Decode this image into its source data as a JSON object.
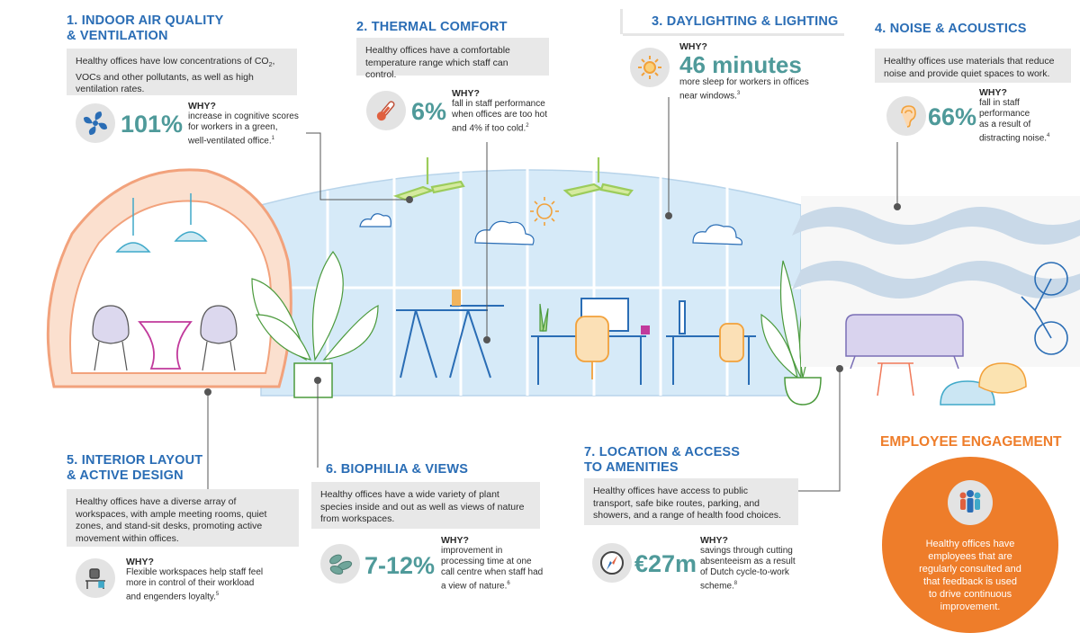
{
  "sections": {
    "s1": {
      "title_line1": "1. INDOOR AIR QUALITY",
      "title_line2": "& VENTILATION",
      "desc_line1": "Healthy offices have low concentrations of CO",
      "desc_sub": "2",
      "desc_line1_end": ",",
      "desc_line2": "VOCs and other pollutants, as well as high",
      "desc_line3": "ventilation rates.",
      "stat": "101%",
      "why": "WHY?",
      "why_text1": "increase in cognitive scores",
      "why_text2": "for workers in a green,",
      "why_text3": "well-ventilated office.",
      "footnote": "1"
    },
    "s2": {
      "title": "2. THERMAL COMFORT",
      "desc_line1": "Healthy offices have a comfortable",
      "desc_line2": "temperature range which staff can control.",
      "stat": "6%",
      "why": "WHY?",
      "why_text1": "fall in staff performance",
      "why_text2": "when offices are too hot",
      "why_text3": "and 4% if too cold.",
      "footnote": "2"
    },
    "s3": {
      "title": "3. DAYLIGHTING & LIGHTING",
      "why": "WHY?",
      "stat": "46 minutes",
      "why_text1": "more sleep for workers in offices",
      "why_text2": "near windows.",
      "footnote": "3"
    },
    "s4": {
      "title": "4. NOISE & ACOUSTICS",
      "desc_line1": "Healthy offices use materials that reduce",
      "desc_line2": "noise and provide quiet spaces to work.",
      "stat": "66%",
      "why": "WHY?",
      "why_text1": "fall in staff",
      "why_text2": "performance",
      "why_text3": "as a result of",
      "why_text4": "distracting noise.",
      "footnote": "4"
    },
    "s5": {
      "title_line1": "5. INTERIOR LAYOUT",
      "title_line2": "& ACTIVE DESIGN",
      "desc_line1": "Healthy offices have a diverse array of",
      "desc_line2": "workspaces, with ample meeting rooms, quiet",
      "desc_line3": "zones, and stand-sit desks, promoting active",
      "desc_line4": "movement within offices.",
      "why": "WHY?",
      "why_text1": "Flexible workspaces help staff feel",
      "why_text2": "more in control of their workload",
      "why_text3": "and engenders loyalty.",
      "footnote": "5"
    },
    "s6": {
      "title": "6. BIOPHILIA & VIEWS",
      "desc_line1": "Healthy offices have a wide variety of plant",
      "desc_line2": "species inside and out as well as views of nature",
      "desc_line3": "from workspaces.",
      "stat": "7-12%",
      "why": "WHY?",
      "why_text1": "improvement in",
      "why_text2": "processing time at one",
      "why_text3": "call centre when staff had",
      "why_text4": "a view of nature.",
      "footnote": "6"
    },
    "s7": {
      "title_line1": "7. LOCATION & ACCESS",
      "title_line2": "TO AMENITIES",
      "desc_line1": "Healthy offices have access to public",
      "desc_line2": "transport, safe bike routes, parking, and",
      "desc_line3": "showers, and a range of health food choices.",
      "stat": "€27m",
      "why": "WHY?",
      "why_text1": "savings through cutting",
      "why_text2": "absenteeism as a result",
      "why_text3": "of Dutch cycle-to-work",
      "why_text4": "scheme.",
      "footnote": "8"
    },
    "engagement": {
      "title": "EMPLOYEE ENGAGEMENT",
      "text1": "Healthy offices have",
      "text2": "employees that are",
      "text3": "regularly consulted and",
      "text4": "that feedback is used",
      "text5": "to drive continuous",
      "text6": "improvement."
    }
  },
  "colors": {
    "title_blue": "#2a6db5",
    "stat_teal": "#4f9a9a",
    "orange": "#ee7d2a",
    "grey_box": "#e8e8e8",
    "sky": "#d3e8f7"
  },
  "icons": [
    "fan-icon",
    "thermometer-icon",
    "sun-icon",
    "ear-icon",
    "desk-icon",
    "leaves-icon",
    "compass-icon",
    "people-icon"
  ]
}
